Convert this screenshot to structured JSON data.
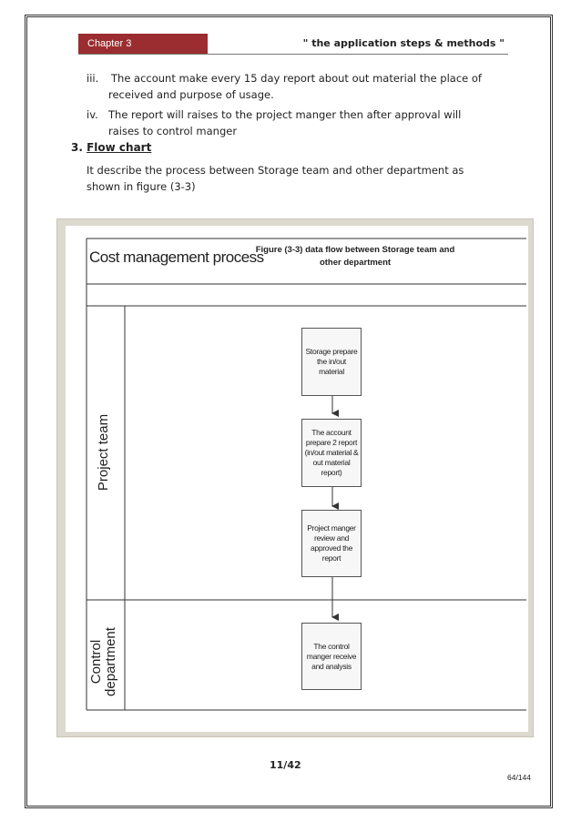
{
  "header": {
    "chapter": "Chapter 3",
    "title": "\" the application steps & methods \""
  },
  "list_items": [
    {
      "marker": "iii.",
      "line1": "The account make every 15 day report about out material the place of",
      "line2": "received and purpose of usage."
    },
    {
      "marker": "iv.",
      "line1": "The report will raises to the project manger then after approval will",
      "line2": "raises to control manger"
    }
  ],
  "section": {
    "number": "3.",
    "title": "Flow chart",
    "body_line1": "It describe the process between Storage team and other department as",
    "body_line2": "shown in figure (3-3)"
  },
  "figure": {
    "caption_line1": "Figure (3-3) data flow between Storage team and",
    "caption_line2": "other department",
    "diagram_title": "Cost management process",
    "lanes": [
      "Project team",
      "Control\ndepartment"
    ],
    "nodes": [
      "Storage prepare\nthe in/out material",
      "The account\nprepare 2 report\n(in/out material &\nout material report)",
      "Project manger\nreview and\napproved the\nreport",
      "The control\nmanger receive\nand analysis"
    ]
  },
  "footer": {
    "page_number": "11/42",
    "page_total": "64/144"
  }
}
